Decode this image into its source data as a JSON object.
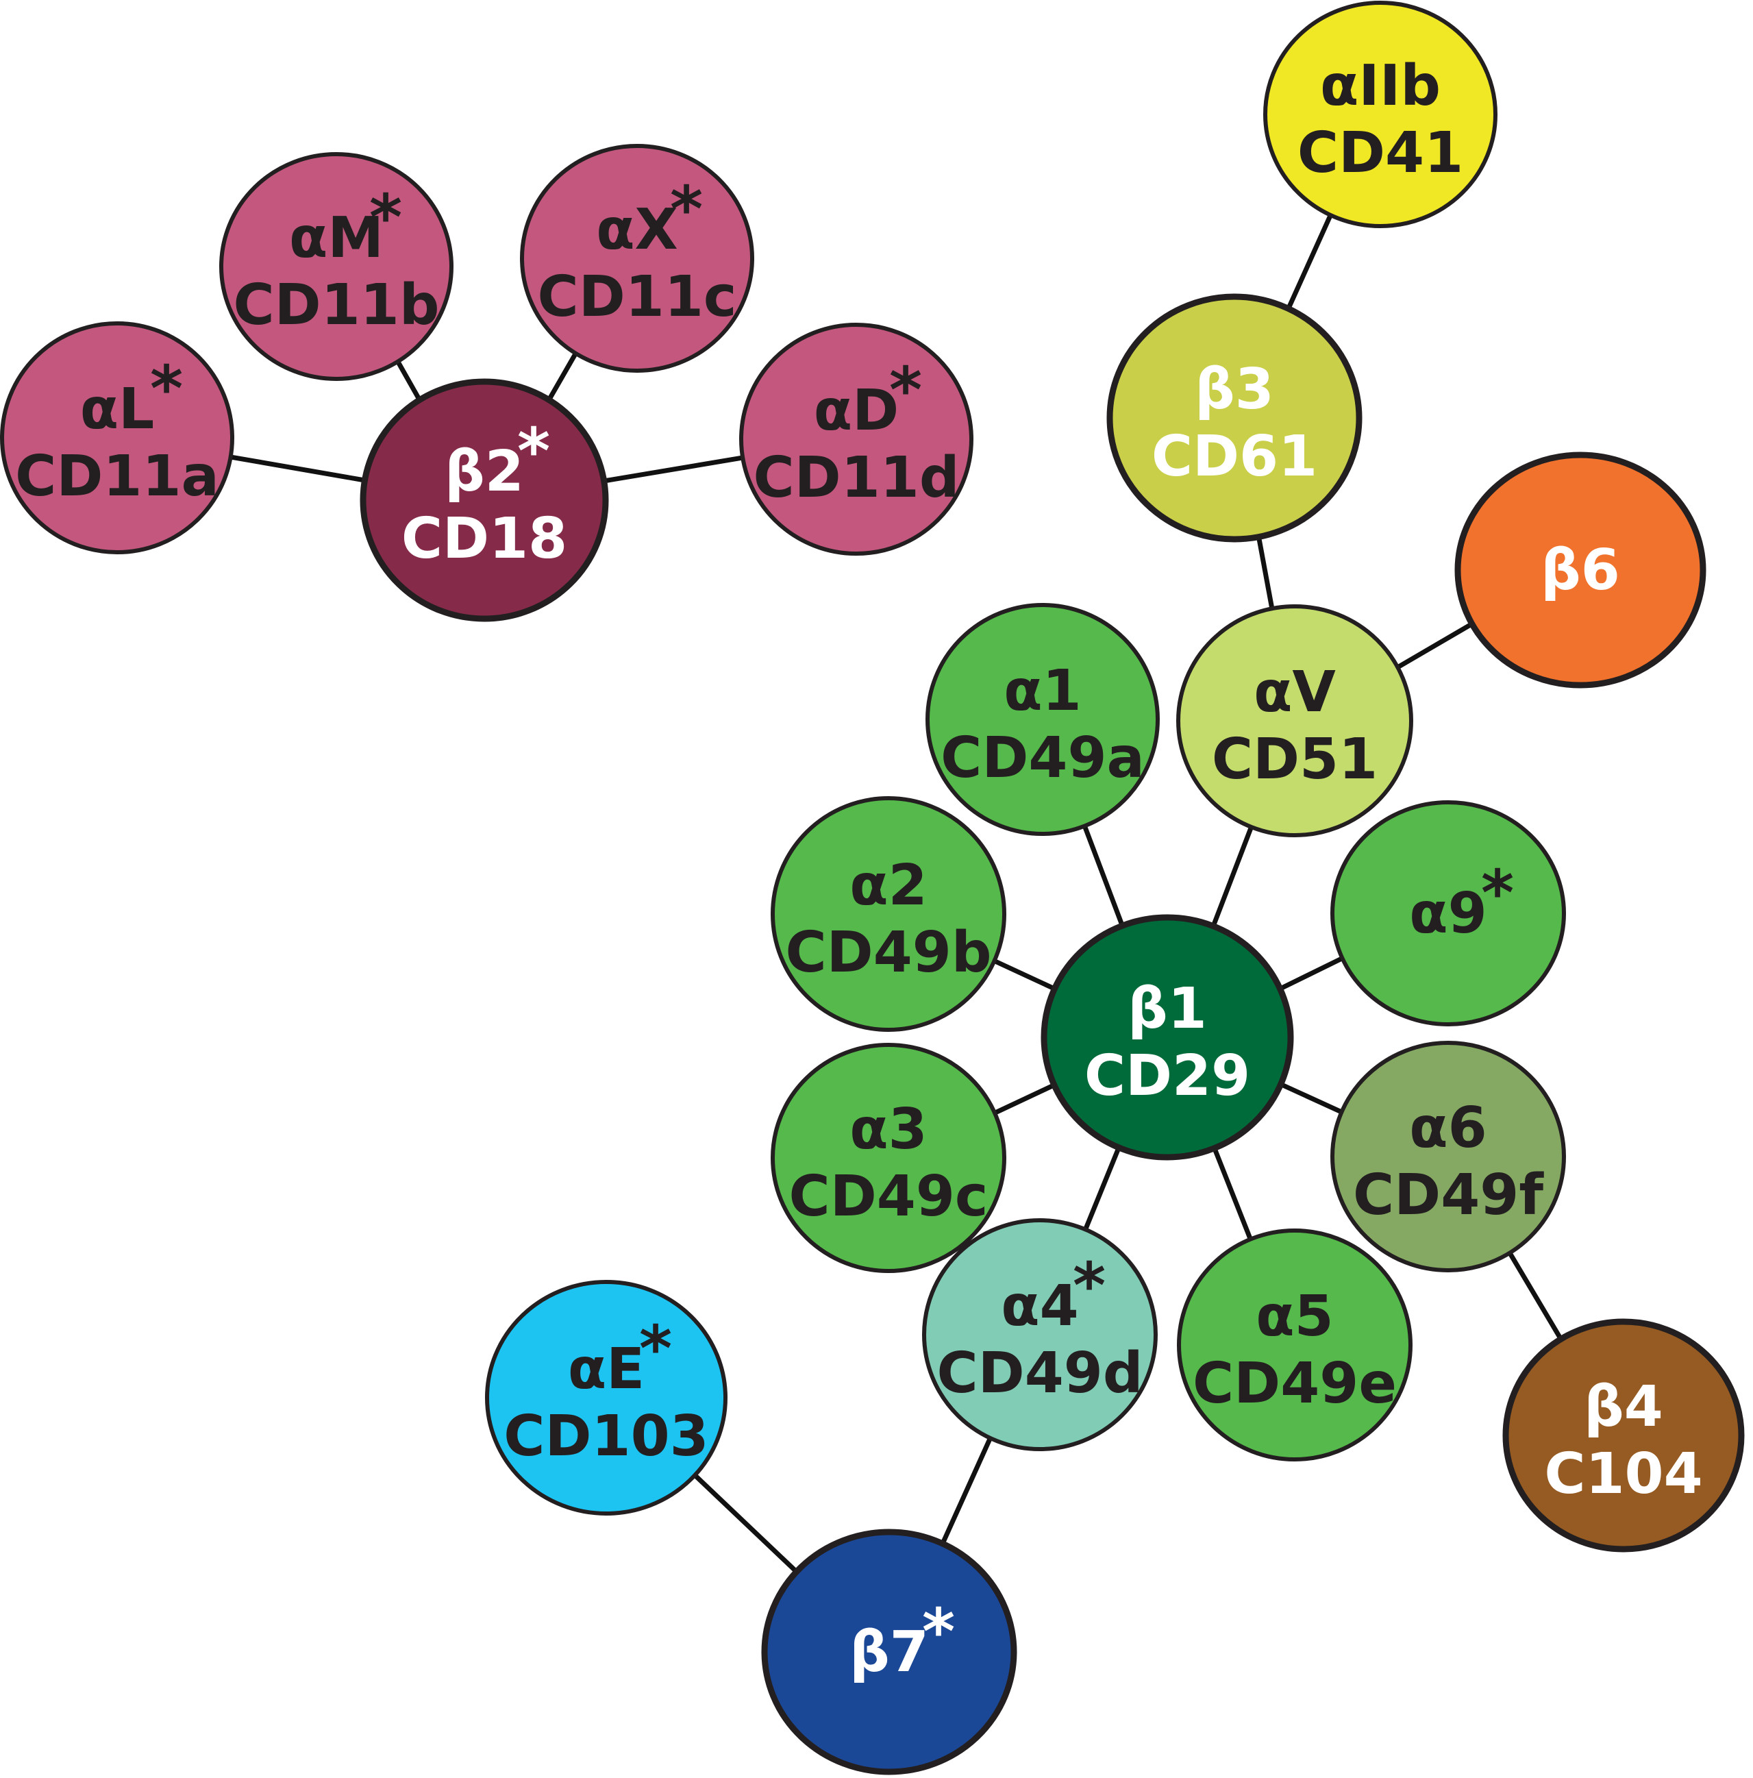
{
  "diagram": {
    "nodes": [
      {
        "id": "aIIb",
        "label": "αIIb",
        "cd": "CD41",
        "star": "",
        "fill": "#f0e824",
        "text": "#231f20",
        "hub": false
      },
      {
        "id": "aM",
        "label": "αM",
        "cd": "CD11b",
        "star": "*",
        "fill": "#c4577d",
        "text": "#231f20",
        "hub": false
      },
      {
        "id": "aX",
        "label": "αX",
        "cd": "CD11c",
        "star": "*",
        "fill": "#c4577d",
        "text": "#231f20",
        "hub": false
      },
      {
        "id": "aL",
        "label": "αL",
        "cd": "CD11a",
        "star": "*",
        "fill": "#c4577d",
        "text": "#231f20",
        "hub": false
      },
      {
        "id": "aD",
        "label": "αD",
        "cd": "CD11d",
        "star": "*",
        "fill": "#c4577d",
        "text": "#231f20",
        "hub": false
      },
      {
        "id": "b2",
        "label": "β2",
        "cd": "CD18",
        "star": "*",
        "fill": "#862a4a",
        "text": "#ffffff",
        "hub": true
      },
      {
        "id": "b3",
        "label": "β3",
        "cd": "CD61",
        "star": "",
        "fill": "#c9cf48",
        "text": "#ffffff",
        "hub": true
      },
      {
        "id": "b6",
        "label": "β6",
        "cd": "",
        "star": "",
        "fill": "#f0722c",
        "text": "#ffffff",
        "hub": true
      },
      {
        "id": "a1",
        "label": "α1",
        "cd": "CD49a",
        "star": "",
        "fill": "#56b94b",
        "text": "#231f20",
        "hub": false
      },
      {
        "id": "aV",
        "label": "αV",
        "cd": "CD51",
        "star": "",
        "fill": "#c3dc6c",
        "text": "#231f20",
        "hub": false
      },
      {
        "id": "a2",
        "label": "α2",
        "cd": "CD49b",
        "star": "",
        "fill": "#56b94b",
        "text": "#231f20",
        "hub": false
      },
      {
        "id": "a9",
        "label": "α9",
        "cd": "",
        "star": "*",
        "fill": "#56b94b",
        "text": "#231f20",
        "hub": false
      },
      {
        "id": "b1",
        "label": "β1",
        "cd": "CD29",
        "star": "",
        "fill": "#006b3a",
        "text": "#ffffff",
        "hub": true
      },
      {
        "id": "a3",
        "label": "α3",
        "cd": "CD49c",
        "star": "",
        "fill": "#56b94b",
        "text": "#231f20",
        "hub": false
      },
      {
        "id": "a6",
        "label": "α6",
        "cd": "CD49f",
        "star": "",
        "fill": "#85a963",
        "text": "#231f20",
        "hub": false
      },
      {
        "id": "a4",
        "label": "α4",
        "cd": "CD49d",
        "star": "*",
        "fill": "#80ccb4",
        "text": "#231f20",
        "hub": false
      },
      {
        "id": "a5",
        "label": "α5",
        "cd": "CD49e",
        "star": "",
        "fill": "#56b94b",
        "text": "#231f20",
        "hub": false
      },
      {
        "id": "aE",
        "label": "αE",
        "cd": "CD103",
        "star": "*",
        "fill": "#1dc4f2",
        "text": "#231f20",
        "hub": false
      },
      {
        "id": "b4",
        "label": "β4",
        "cd": "C104",
        "star": "",
        "fill": "#955b22",
        "text": "#ffffff",
        "hub": true
      },
      {
        "id": "b7",
        "label": "β7",
        "cd": "",
        "star": "*",
        "fill": "#1b4896",
        "text": "#ffffff",
        "hub": true
      }
    ],
    "edges": [
      [
        "aIIb",
        "b3"
      ],
      [
        "b3",
        "aV"
      ],
      [
        "aV",
        "b6"
      ],
      [
        "aV",
        "b1"
      ],
      [
        "a1",
        "b1"
      ],
      [
        "a2",
        "b1"
      ],
      [
        "a9",
        "b1"
      ],
      [
        "a3",
        "b1"
      ],
      [
        "a6",
        "b1"
      ],
      [
        "a4",
        "b1"
      ],
      [
        "a5",
        "b1"
      ],
      [
        "a6",
        "b4"
      ],
      [
        "a4",
        "b7"
      ],
      [
        "aE",
        "b7"
      ],
      [
        "aL",
        "b2"
      ],
      [
        "aM",
        "b2"
      ],
      [
        "aX",
        "b2"
      ],
      [
        "aD",
        "b2"
      ]
    ]
  }
}
